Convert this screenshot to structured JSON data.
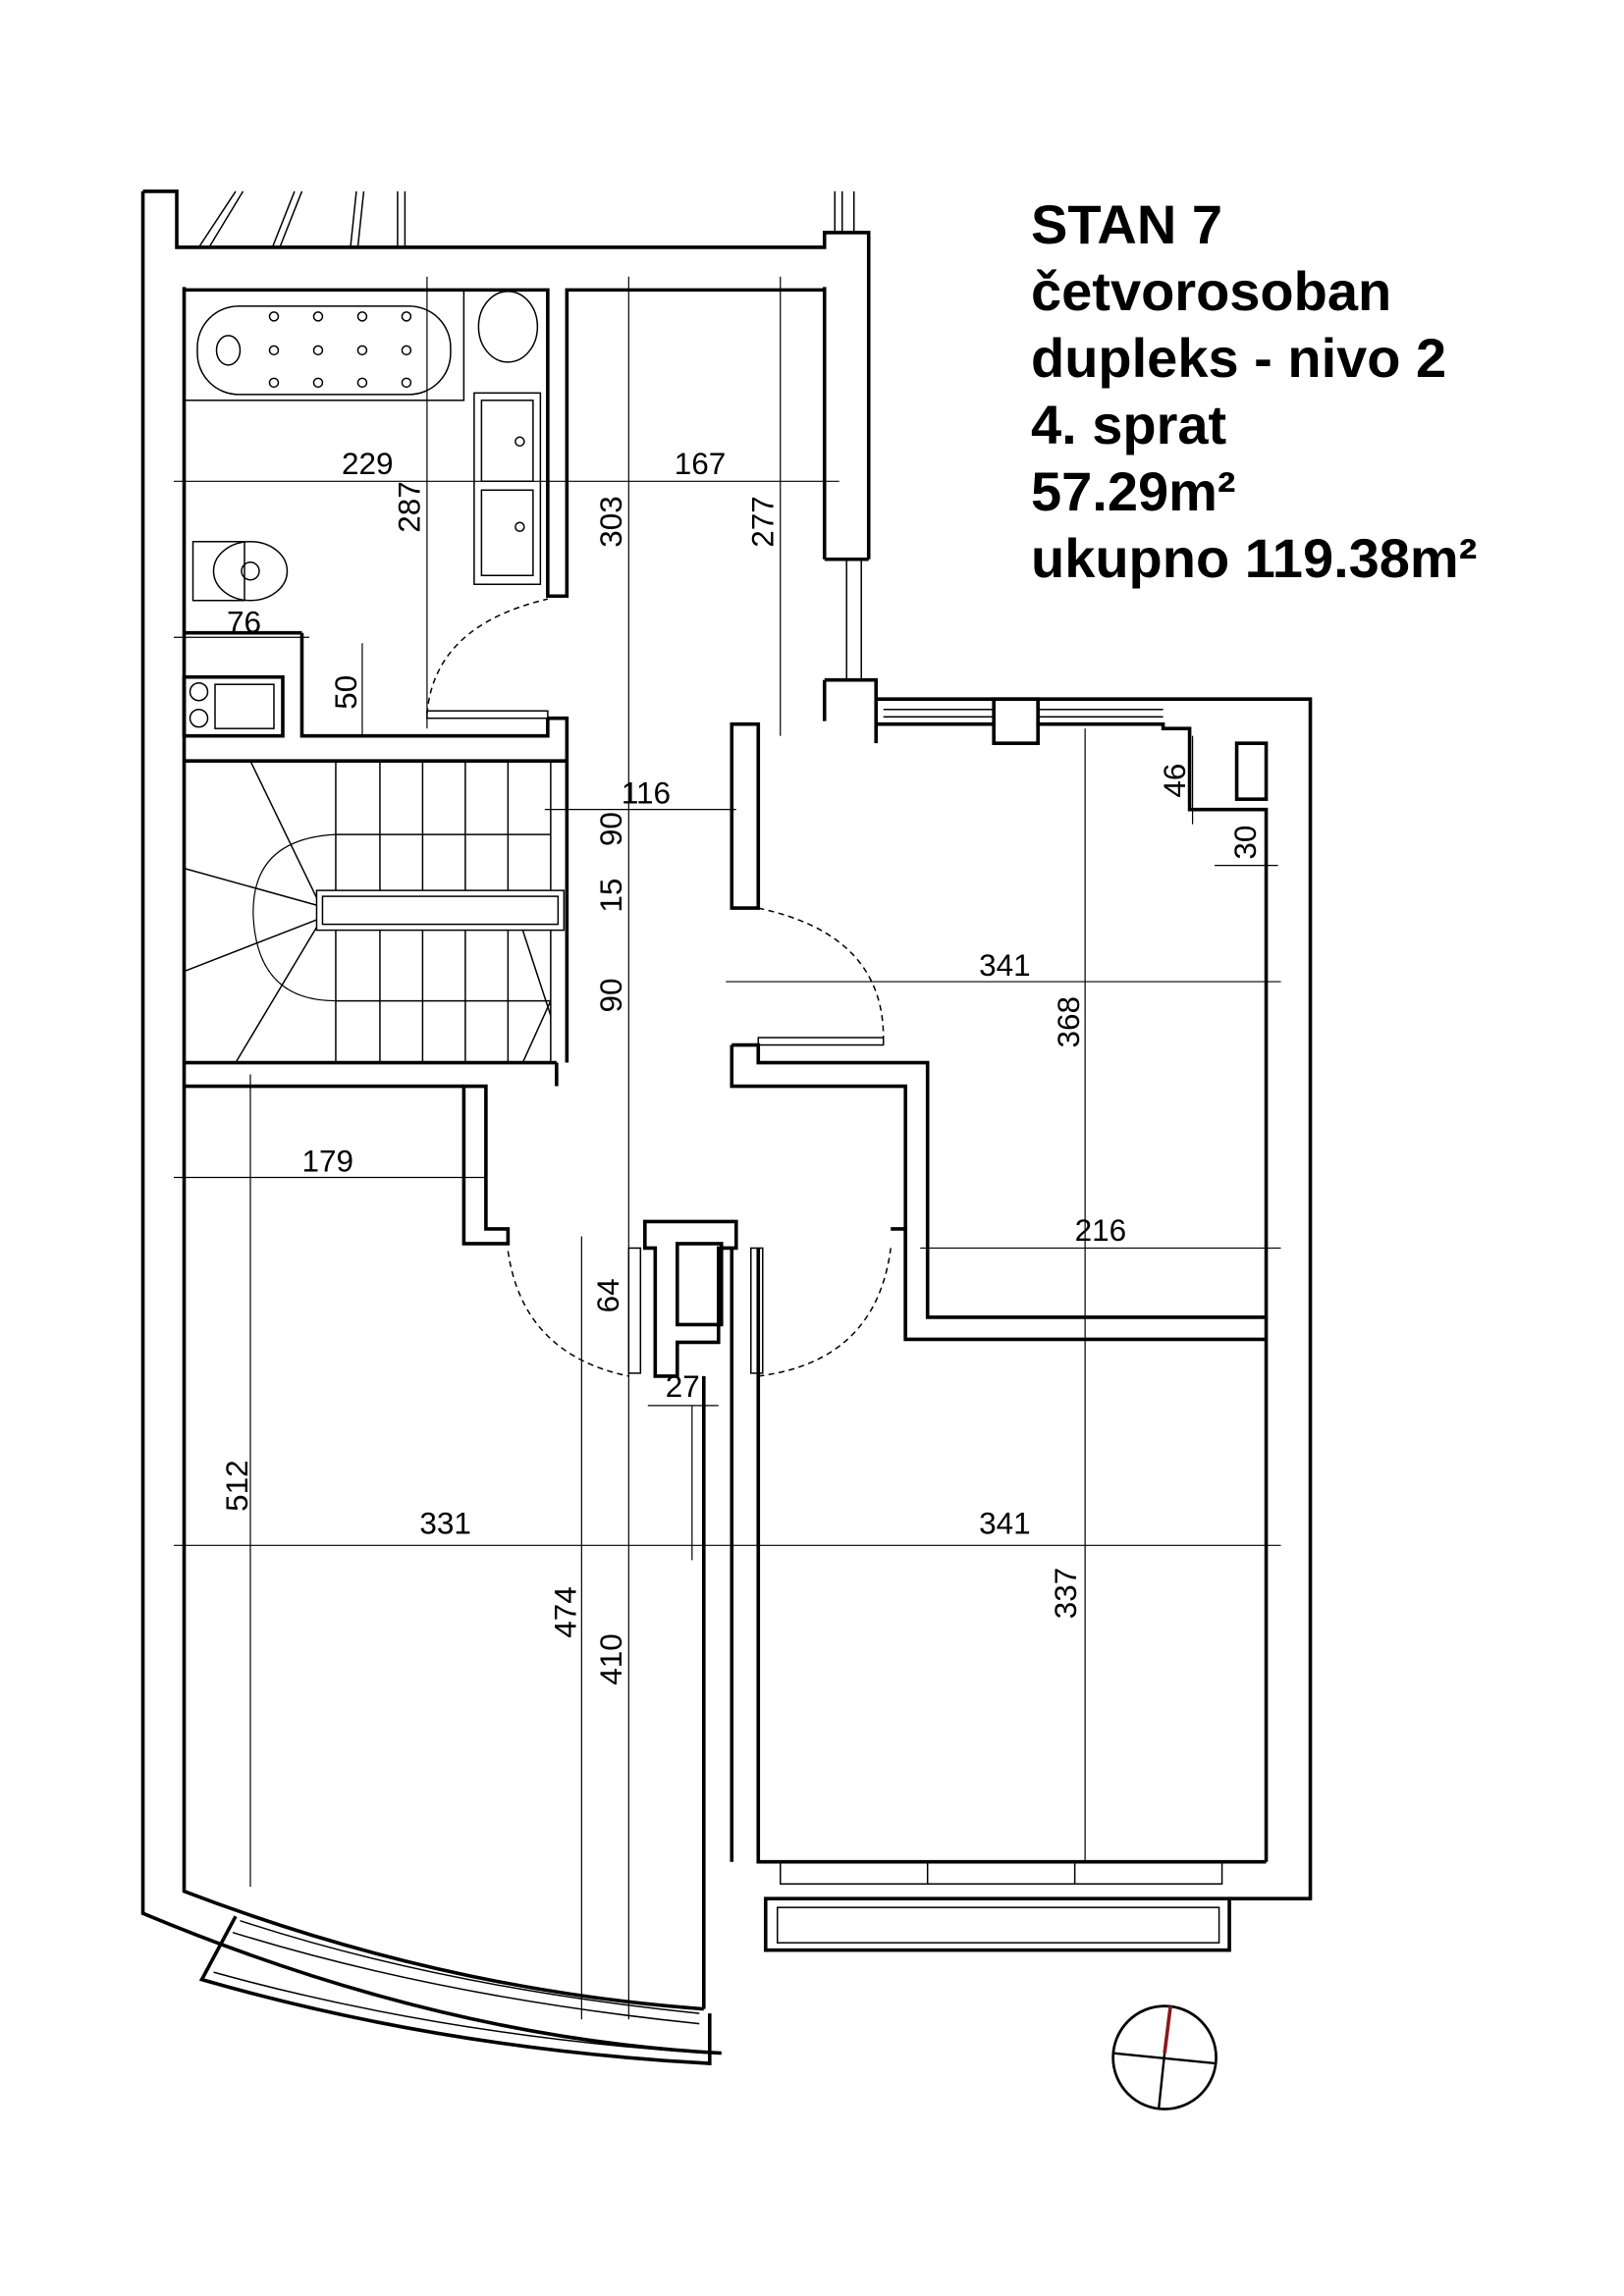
{
  "title": {
    "apartment": "STAN 7",
    "type": "četvorosoban",
    "level": "dupleks - nivo 2",
    "floor": "4. sprat",
    "area": "57.29m²",
    "total": "ukupno 119.38m²"
  },
  "dims": [
    "229",
    "167",
    "287",
    "303",
    "277",
    "76",
    "50",
    "116",
    "90",
    "15",
    "90",
    "341",
    "368",
    "46",
    "30",
    "179",
    "216",
    "64",
    "27",
    "512",
    "331",
    "341",
    "474",
    "410",
    "337"
  ],
  "colors": {
    "lines": "#000000",
    "north_arrow": "#8b1a1a"
  }
}
